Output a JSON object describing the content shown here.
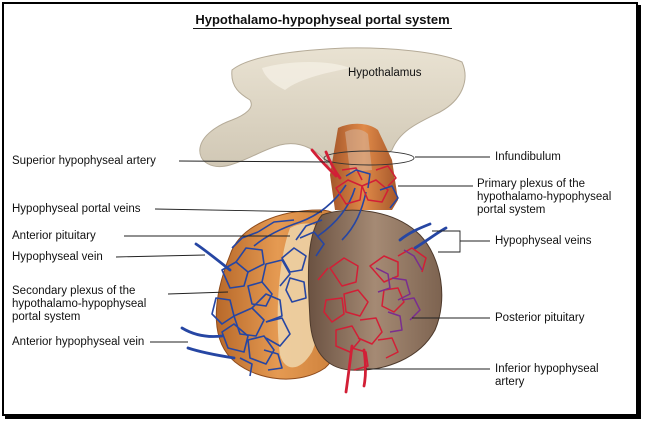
{
  "title": "Hypothalamo-hypophyseal portal system",
  "labels": {
    "hypothalamus": "Hypothalamus",
    "superior_hypophyseal_artery": "Superior hypophyseal artery",
    "hypophyseal_portal_veins": "Hypophyseal portal veins",
    "anterior_pituitary": "Anterior pituitary",
    "hypophyseal_vein": "Hypophyseal vein",
    "secondary_plexus_1": "Secondary plexus of the",
    "secondary_plexus_2": "hypothalamo-hypophyseal",
    "secondary_plexus_3": "portal system",
    "anterior_hypophyseal_vein": "Anterior hypophyseal vein",
    "infundibulum": "Infundibulum",
    "primary_plexus_1": "Primary plexus of the",
    "primary_plexus_2": "hypothalamo-hypophyseal",
    "primary_plexus_3": "portal system",
    "hypophyseal_veins": "Hypophyseal veins",
    "posterior_pituitary": "Posterior pituitary",
    "inferior_hypophyseal_artery_1": "Inferior hypophyseal",
    "inferior_hypophyseal_artery_2": "artery"
  }
}
